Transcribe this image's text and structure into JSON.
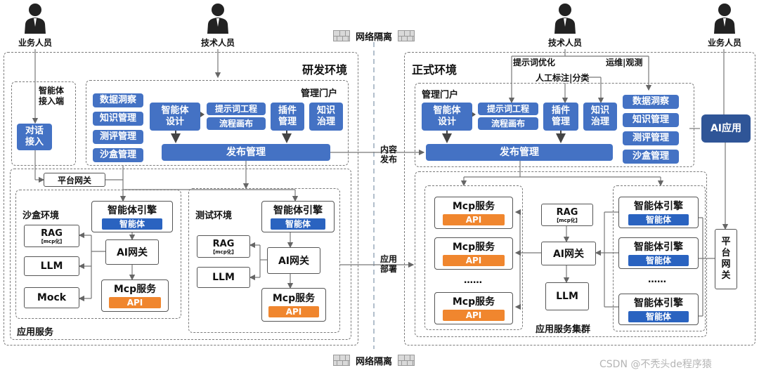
{
  "isolation_top": "网络隔离",
  "isolation_bottom": "网络隔离",
  "people": {
    "biz_left": "业务人员",
    "tech_left": "技术人员",
    "tech_right": "技术人员",
    "biz_right": "业务人员"
  },
  "dev": {
    "title": "研发环境",
    "agent_entry": {
      "title_line1": "智能体",
      "title_line2": "接入端",
      "box_line1": "对话",
      "box_line2": "接入"
    },
    "portal": {
      "title": "管理门户",
      "left_items": [
        "数据洞察",
        "知识管理",
        "测评管理",
        "沙盒管理"
      ],
      "agent_design": [
        "智能体",
        "设计"
      ],
      "prompt_eng": "提示词工程",
      "flow_canvas": "流程画布",
      "plugin_mgmt": [
        "插件",
        "管理"
      ],
      "knowledge_gov": [
        "知识",
        "治理"
      ],
      "publish": "发布管理"
    },
    "gateway": "平台网关",
    "sandbox": {
      "title": "沙盒环境",
      "rag": "RAG",
      "rag_sub": "【mcp化】",
      "llm": "LLM",
      "mock": "Mock",
      "engine": "智能体引擎",
      "engine_tag": "智能体",
      "ai_gateway": "AI网关",
      "mcp": "Mcp服务",
      "mcp_tag": "API"
    },
    "test": {
      "title": "测试环境",
      "engine": "智能体引擎",
      "engine_tag": "智能体",
      "rag": "RAG",
      "rag_sub": "【mcp化】",
      "ai_gateway": "AI网关",
      "llm": "LLM",
      "mcp": "Mcp服务",
      "mcp_tag": "API"
    },
    "app_service": "应用服务"
  },
  "middle": {
    "content_publish": [
      "内容",
      "发布"
    ],
    "app_deploy": [
      "应用",
      "部署"
    ]
  },
  "prod": {
    "title": "正式环境",
    "labels": {
      "prompt_opt": "提示词优化",
      "ops_observe": "运维|观测",
      "annotation": "人工标注|分类"
    },
    "portal": {
      "title": "管理门户",
      "agent_design": [
        "智能体",
        "设计"
      ],
      "prompt_eng": "提示词工程",
      "flow_canvas": "流程画布",
      "plugin_mgmt": [
        "插件",
        "管理"
      ],
      "knowledge_gov": [
        "知识",
        "治理"
      ],
      "right_items": [
        "数据洞察",
        "知识管理",
        "测评管理",
        "沙盒管理"
      ],
      "publish": "发布管理"
    },
    "ai_app": "AI应用",
    "platform_gateway": [
      "平",
      "台",
      "网",
      "关"
    ],
    "cluster": {
      "title": "应用服务集群",
      "mcp": [
        "Mcp服务",
        "Mcp服务",
        "Mcp服务"
      ],
      "mcp_tag": "API",
      "dots_left": "……",
      "rag": "RAG",
      "rag_sub": "【mcp化】",
      "ai_gateway": "AI网关",
      "llm": "LLM",
      "engines": [
        "智能体引擎",
        "智能体引擎",
        "智能体引擎"
      ],
      "engine_tag": "智能体",
      "dots_right": "……"
    }
  },
  "watermark": "CSDN @不秃头de程序猿"
}
